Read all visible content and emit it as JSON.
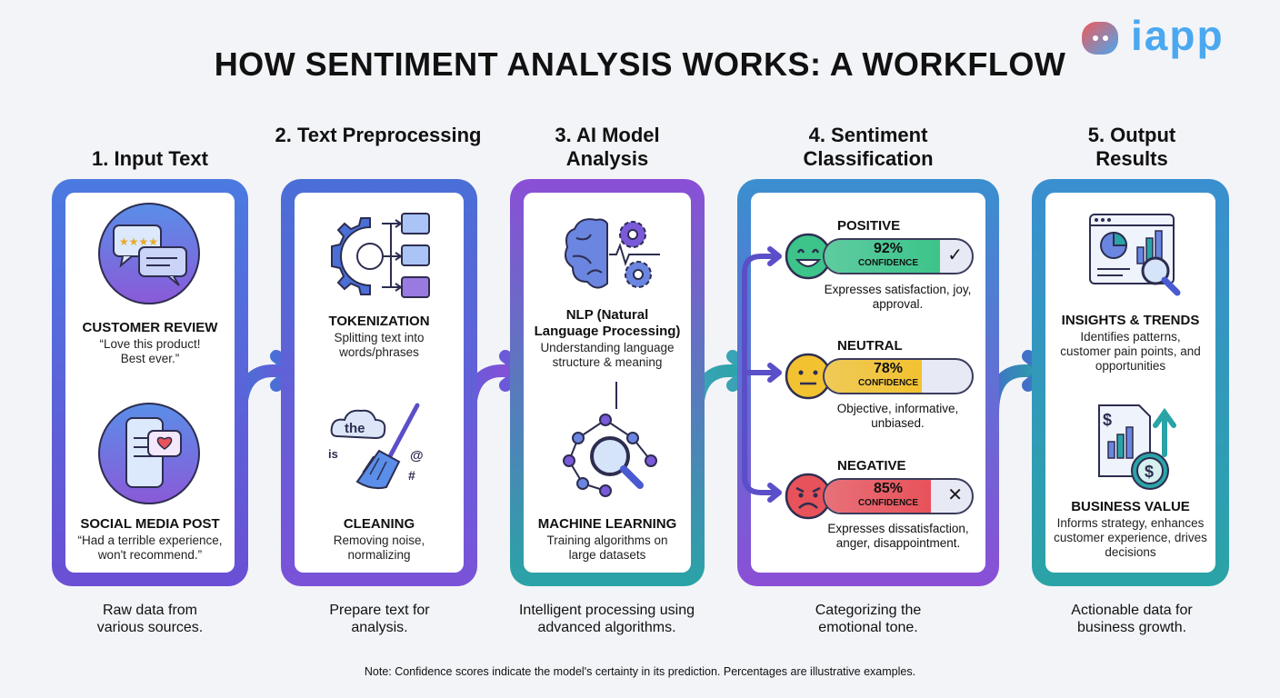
{
  "title": "HOW SENTIMENT ANALYSIS WORKS: A WORKFLOW",
  "logo": "iapp",
  "colors": {
    "blue": "#4b7fd8",
    "purple": "#7a4fd6",
    "teal": "#2aa3a6",
    "green": "#3cc48a",
    "yellow": "#f2c230",
    "red": "#e8525a"
  },
  "columns": [
    {
      "heading": "1. Input Text",
      "footer": "Raw data from various sources.",
      "items": [
        {
          "label": "CUSTOMER REVIEW",
          "desc": "“Love this product! Best ever.”",
          "icon": "chat-bubbles-icon"
        },
        {
          "label": "SOCIAL MEDIA POST",
          "desc": "“Had a terrible experience, won't recommend.”",
          "icon": "phone-heart-icon"
        }
      ]
    },
    {
      "heading": "2. Text Preprocessing",
      "footer": "Prepare text for analysis.",
      "items": [
        {
          "label": "TOKENIZATION",
          "desc": "Splitting text into words/phrases",
          "icon": "gear-tokens-icon"
        },
        {
          "label": "CLEANING",
          "desc": "Removing noise, normalizing",
          "icon": "broom-cloud-icon",
          "cloud_word": "the",
          "words": [
            "is",
            "@",
            "#"
          ]
        }
      ]
    },
    {
      "heading": "3. AI Model Analysis",
      "footer": "Intelligent processing using advanced algorithms.",
      "items": [
        {
          "label": "NLP (Natural Language Processing)",
          "desc": "Understanding language structure & meaning",
          "icon": "brain-gears-icon"
        },
        {
          "label": "MACHINE LEARNING",
          "desc": "Training algorithms on large datasets",
          "icon": "network-magnifier-icon"
        }
      ]
    },
    {
      "heading": "4. Sentiment Classification",
      "footer": "Categorizing the emotional tone.",
      "sentiments": [
        {
          "label": "POSITIVE",
          "percent": "92%",
          "percent_value": 92,
          "confidence": "CONFIDENCE",
          "mark": "✓",
          "desc": "Expresses satisfaction, joy, approval.",
          "face": "smile-face-icon"
        },
        {
          "label": "NEUTRAL",
          "percent": "78%",
          "percent_value": 78,
          "confidence": "CONFIDENCE",
          "mark": "",
          "desc": "Objective, informative, unbiased.",
          "face": "neutral-face-icon"
        },
        {
          "label": "NEGATIVE",
          "percent": "85%",
          "percent_value": 85,
          "confidence": "CONFIDENCE",
          "mark": "✕",
          "desc": "Expresses dissatisfaction, anger, disappointment.",
          "face": "sad-face-icon"
        }
      ]
    },
    {
      "heading": "5. Output Results",
      "footer": "Actionable data for business growth.",
      "items": [
        {
          "label": "INSIGHTS & TRENDS",
          "desc": "Identifies patterns, customer pain points, and opportunities",
          "icon": "dashboard-icon"
        },
        {
          "label": "BUSINESS VALUE",
          "desc": "Informs strategy, enhances customer experience, drives decisions",
          "icon": "dollar-growth-icon"
        }
      ]
    }
  ],
  "note": "Note: Confidence scores indicate the model's certainty in its prediction. Percentages are illustrative examples."
}
